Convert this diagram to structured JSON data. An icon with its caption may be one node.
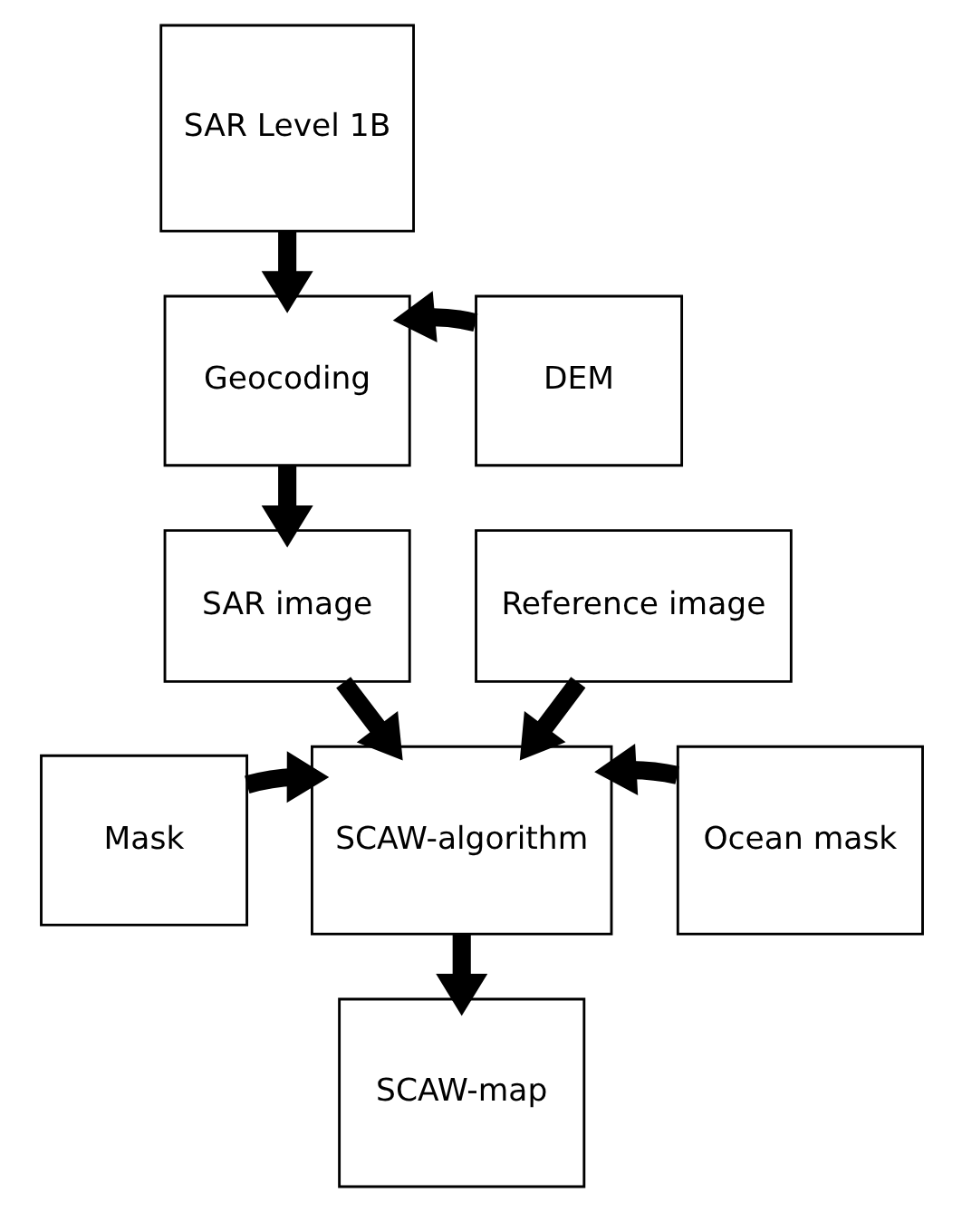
{
  "diagram": {
    "nodes": [
      {
        "text": [
          "SAR Level 1B"
        ]
      },
      {
        "text": [
          "Geocoding"
        ]
      },
      {
        "text": [
          "DEM"
        ]
      },
      {
        "text": [
          "SAR image"
        ]
      },
      {
        "text": [
          "Reference image"
        ]
      },
      {
        "text": [
          "Mask"
        ]
      },
      {
        "text": [
          "SCAW-algorithm"
        ]
      },
      {
        "text": [
          "Ocean mask"
        ]
      },
      {
        "text": [
          "SCAW-map"
        ]
      }
    ],
    "edges": [
      {
        "from": 0,
        "to": 1,
        "arrow": "to"
      },
      {
        "from": 2,
        "to": 1,
        "arrow": "to"
      },
      {
        "from": 1,
        "to": 3,
        "arrow": "to"
      },
      {
        "from": 3,
        "to": 6,
        "arrow": "to"
      },
      {
        "from": 4,
        "to": 6,
        "arrow": "to"
      },
      {
        "from": 5,
        "to": 6,
        "arrow": "to"
      },
      {
        "from": 7,
        "to": 6,
        "arrow": "to"
      },
      {
        "from": 6,
        "to": 8,
        "arrow": "to"
      }
    ]
  }
}
